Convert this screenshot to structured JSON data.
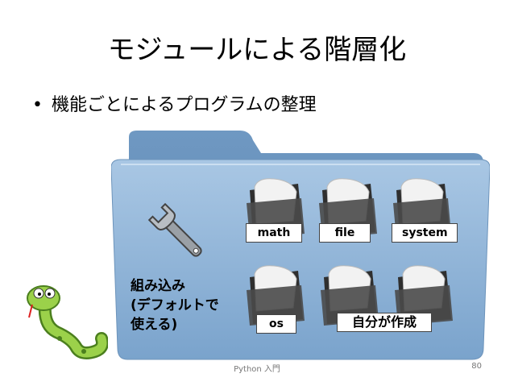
{
  "slide": {
    "title": "モジュールによる階層化",
    "bullet": "機能ごとによるプログラムの整理",
    "builtin_label_line1": "組み込み",
    "builtin_label_line2": "(デフォルトで",
    "builtin_label_line3": "使える)",
    "modules": [
      {
        "label": "math"
      },
      {
        "label": "file"
      },
      {
        "label": "system"
      },
      {
        "label": "os"
      },
      {
        "label": "自分が作成"
      }
    ],
    "footer_center": "Python 入門",
    "page_number": "80"
  },
  "colors": {
    "folder_blue": "#8fb3d6",
    "folder_dark": "#5f89b3",
    "module_dark": "#333333"
  },
  "icons": {
    "wrench": "wrench-icon",
    "snake": "python-snake-icon",
    "folder": "folder-icon"
  }
}
